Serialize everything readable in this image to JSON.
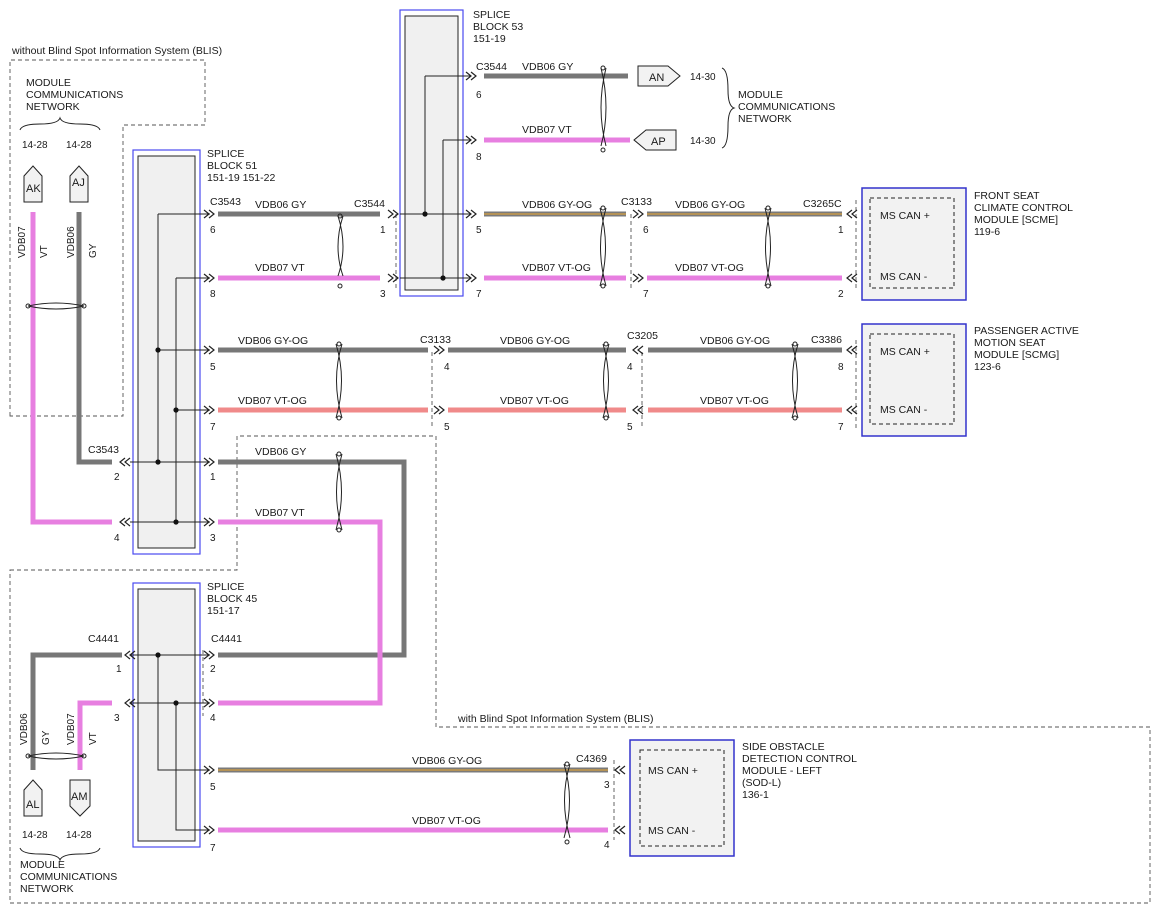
{
  "blis_labels": {
    "without": "without Blind Spot Information System (BLIS)",
    "with": "with Blind Spot Information System (BLIS)"
  },
  "networks": {
    "top_left": [
      "MODULE",
      "COMMUNICATIONS",
      "NETWORK"
    ],
    "top_right": [
      "MODULE",
      "COMMUNICATIONS",
      "NETWORK"
    ],
    "bottom_left": [
      "MODULE",
      "COMMUNICATIONS",
      "NETWORK"
    ]
  },
  "connectors": {
    "AK": {
      "tag": "AK",
      "ref": "14-28",
      "wire": "VDB07",
      "color": "VT"
    },
    "AJ": {
      "tag": "AJ",
      "ref": "14-28",
      "wire": "VDB06",
      "color": "GY"
    },
    "AN": {
      "tag": "AN",
      "ref": "14-30"
    },
    "AP": {
      "tag": "AP",
      "ref": "14-30"
    },
    "AL": {
      "tag": "AL",
      "ref": "14-28",
      "wire": "VDB06",
      "color": "GY"
    },
    "AM": {
      "tag": "AM",
      "ref": "14-28",
      "wire": "VDB07",
      "color": "VT"
    }
  },
  "splices": {
    "sb53": [
      "SPLICE",
      "BLOCK 53",
      "151-19"
    ],
    "sb51": [
      "SPLICE",
      "BLOCK 51",
      "151-19  151-22"
    ],
    "sb45": [
      "SPLICE",
      "BLOCK 45",
      "151-17"
    ]
  },
  "modules": {
    "scme": {
      "title": [
        "FRONT SEAT",
        "CLIMATE CONTROL",
        "MODULE [SCME]",
        "119-6"
      ],
      "pin_hi": "MS CAN +",
      "pin_lo": "MS CAN -",
      "conn": "C3265C"
    },
    "scmg": {
      "title": [
        "PASSENGER ACTIVE",
        "MOTION SEAT",
        "MODULE [SCMG]",
        "123-6"
      ],
      "pin_hi": "MS CAN +",
      "pin_lo": "MS CAN -",
      "conn": "C3386"
    },
    "sodl": {
      "title": [
        "SIDE OBSTACLE",
        "DETECTION CONTROL",
        "MODULE - LEFT",
        "(SOD-L)",
        "136-1"
      ],
      "pin_hi": "MS CAN +",
      "pin_lo": "MS CAN -",
      "conn": "C4369"
    }
  },
  "wire_labels": {
    "vdb06_gy": "VDB06   GY",
    "vdb07_vt": "VDB07   VT",
    "vdb06_gyog": "VDB06   GY-OG",
    "vdb07_vtog": "VDB07   VT-OG"
  },
  "conn_names": {
    "c3544": "C3544",
    "c3543": "C3543",
    "c3133": "C3133",
    "c3205": "C3205",
    "c4441": "C4441"
  },
  "pins": {
    "p1": "1",
    "p2": "2",
    "p3": "3",
    "p4": "4",
    "p5": "5",
    "p6": "6",
    "p7": "7",
    "p8": "8"
  }
}
